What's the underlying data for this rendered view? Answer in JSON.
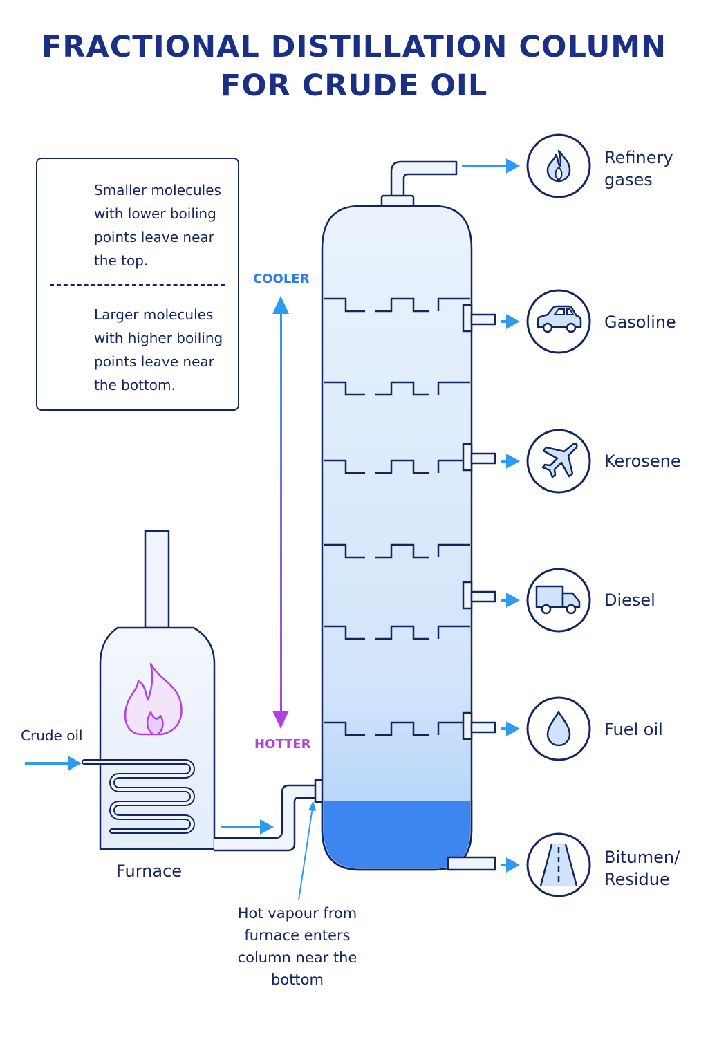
{
  "title_line1": "FRACTIONAL DISTILLATION COLUMN",
  "title_line2": "FOR CRUDE OIL",
  "legend": {
    "up_text": "Smaller molecules with lower boiling points leave near the top.",
    "down_text": "Larger molecules with higher boiling points leave near the bottom."
  },
  "temperature": {
    "top": "COOLER",
    "bottom": "HOTTER"
  },
  "furnace": {
    "label": "Furnace",
    "input": "Crude oil"
  },
  "vapour_note": "Hot vapour from furnace enters column near the bottom",
  "products": [
    {
      "name": "Refinery gases",
      "icon": "flame-icon"
    },
    {
      "name": "Gasoline",
      "icon": "car-icon"
    },
    {
      "name": "Kerosene",
      "icon": "plane-icon"
    },
    {
      "name": "Diesel",
      "icon": "truck-icon"
    },
    {
      "name": "Fuel oil",
      "icon": "droplet-icon"
    },
    {
      "name": "Bitumen/ Residue",
      "icon": "road-icon"
    }
  ],
  "colors": {
    "navy": "#142660",
    "blue_arrow": "#2e9bf0",
    "purple": "#b043e0",
    "liquid": "#3d86f0",
    "column_fill": "#dbe9fa"
  }
}
